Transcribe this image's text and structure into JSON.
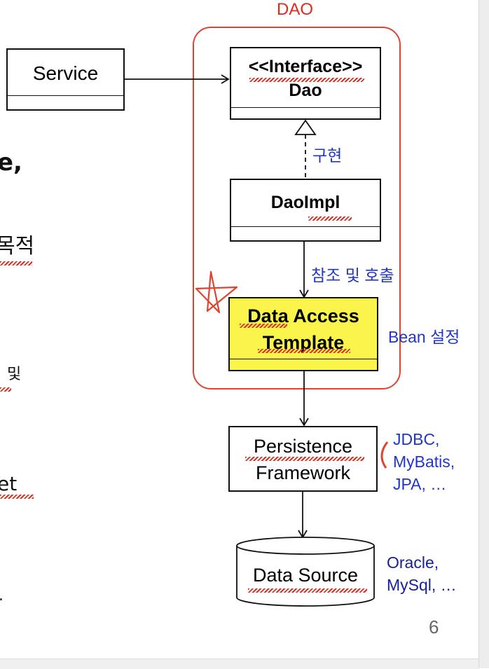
{
  "boundary_label": "DAO",
  "nodes": {
    "service": "Service",
    "interface_stereotype": "<<Interface>>",
    "interface_name": "Dao",
    "dao_impl": "DaoImpl",
    "template_line1": "Data Access",
    "template_line2": "Template",
    "persistence_line1": "Persistence",
    "persistence_line2": "Framework",
    "data_source": "Data Source"
  },
  "edges": {
    "implements": "구현",
    "reference_call": "참조 및 호출"
  },
  "annotations": {
    "bean_config": "Bean 설정",
    "frameworks_line1": "JDBC,",
    "frameworks_line2": "MyBatis,",
    "frameworks_line3": "JPA, …",
    "databases_line1": "Oracle,",
    "databases_line2": "MySql, …"
  },
  "left_fragments": {
    "frag1": "e,",
    "frag2": "목적",
    "frag3": "및",
    "frag4": "et",
    "frag5": "."
  },
  "page_number": "6",
  "colors": {
    "frame": "#e0442f",
    "template_fill": "#fbf44b",
    "annotation_blue": "#2036c9",
    "annotation_navy": "#16229a"
  }
}
